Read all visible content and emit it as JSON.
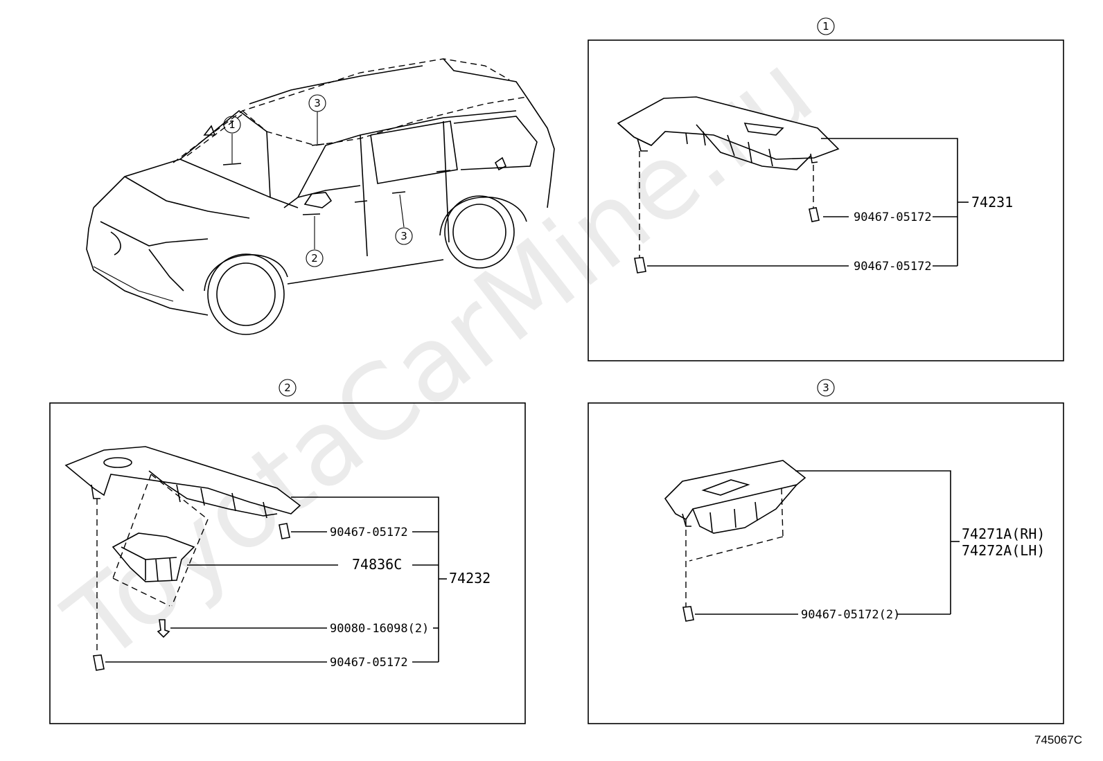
{
  "watermark": "ToyotaCarMine.ru",
  "diagram_code": "745067C",
  "vehicle_callouts": [
    "1",
    "2",
    "3",
    "3"
  ],
  "panels": [
    {
      "callout": "1",
      "assembly": "74231",
      "parts": [
        "90467-05172",
        "90467-05172"
      ]
    },
    {
      "callout": "2",
      "assembly": "74232",
      "parts": [
        "90467-05172",
        "74836C",
        "90080-16098(2)",
        "90467-05172"
      ]
    },
    {
      "callout": "3",
      "assembly_lines": [
        "74271A(RH)",
        "74272A(LH)"
      ],
      "parts": [
        "90467-05172(2)"
      ]
    }
  ]
}
